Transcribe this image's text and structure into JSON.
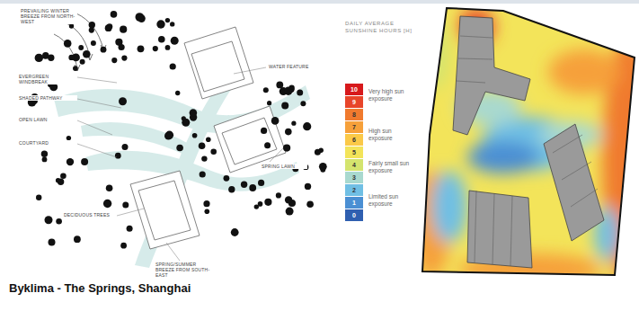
{
  "diagram": {
    "caption": "Byklima - The Springs, Shanghai",
    "labels": [
      "PREVAILING WINTER BREEZE FROM NORTH-WEST",
      "EVERGREEN WINDBREAK",
      "SHADED PATHWAY",
      "OPEN LAWN",
      "COURTYARD",
      "WATER FEATURE",
      "SPRING LAWN",
      "DECIDUOUS TREES",
      "SPRING/SUMMER BREEZE FROM SOUTH-EAST",
      "DAILY AVERAGE SUNSHINE HOURS [H]",
      "Very high sun exposure",
      "High sun exposure",
      "Fairly small sun exposure",
      "Limited sun exposure"
    ],
    "legend": [
      {
        "text": "10",
        "color": "#d7191c"
      },
      {
        "text": "9",
        "color": "#e8452a"
      },
      {
        "text": "8",
        "color": "#f07a2e"
      },
      {
        "text": "7",
        "color": "#f6a03a"
      },
      {
        "text": "6",
        "color": "#fbc948"
      },
      {
        "text": "5",
        "color": "#f3e45a"
      },
      {
        "text": "4",
        "color": "#d4e46e"
      },
      {
        "text": "3",
        "color": "#a9d9cf"
      },
      {
        "text": "2",
        "color": "#70bfe4"
      },
      {
        "text": "1",
        "color": "#4b8fd3"
      },
      {
        "text": "0",
        "color": "#2f5fb0"
      }
    ]
  }
}
